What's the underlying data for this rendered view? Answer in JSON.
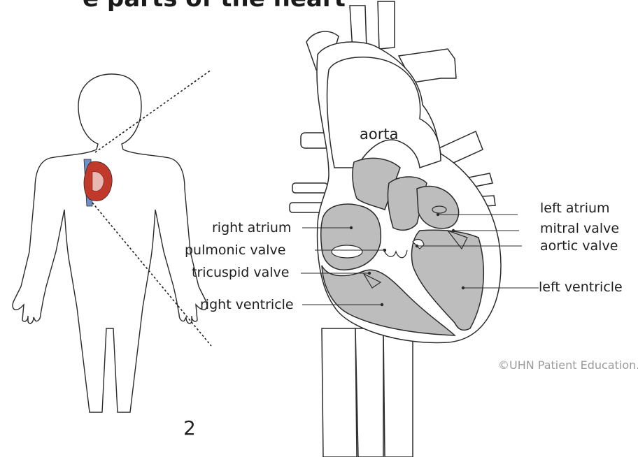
{
  "title": "e parts of the heart",
  "labels": {
    "aorta": "aorta",
    "right_atrium": "right atrium",
    "pulmonic_valve": "pulmonic valve",
    "tricuspid_valve": "tricuspid valve",
    "right_ventricle": "right ventricle",
    "left_atrium": "left atrium",
    "mitral_valve": "mitral valve",
    "aortic_valve": "aortic valve",
    "left_ventricle": "left ventricle"
  },
  "copyright": "©UHN Patient Education.",
  "page_number": "2",
  "colors": {
    "chamber_fill": "#bdbdbd",
    "outline": "#2b2b2b",
    "heart_red": "#c0392b",
    "vessel_blue": "#6f8fc9"
  }
}
